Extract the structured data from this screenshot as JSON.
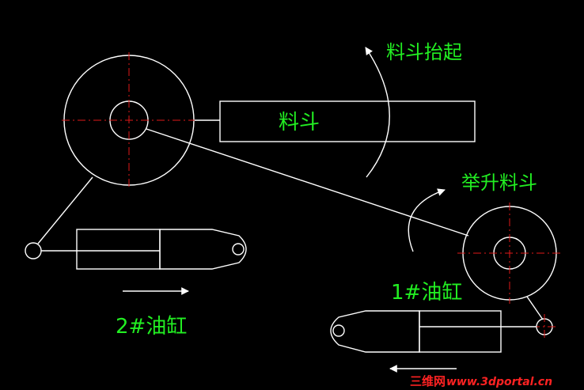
{
  "labels": {
    "hopper": "料斗",
    "hopper_raise": "料斗抬起",
    "lift_hopper": "举升料斗",
    "cylinder_1": "1#油缸",
    "cylinder_2": "2#油缸"
  },
  "watermark": {
    "brand": "三维网",
    "url": "www.3dportal.cn"
  },
  "colors": {
    "background": "#000000",
    "line": "#ffffff",
    "centerline": "#e01818",
    "label": "#22ee22",
    "watermark": "#ff2222"
  }
}
